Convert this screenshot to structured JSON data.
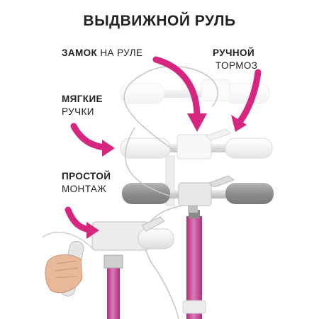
{
  "title": "ВЫДВИЖНОЙ РУЛЬ",
  "callouts": {
    "lock": {
      "bold": "ЗАМОК",
      "normal": "НА РУЛЕ"
    },
    "brake": {
      "bold": "РУЧНОЙ",
      "normal": "ТОРМОЗ"
    },
    "grips": {
      "bold": "МЯГКИЕ",
      "normal": "РУЧКИ"
    },
    "mount": {
      "bold": "ПРОСТОЙ",
      "normal": "МОНТАЖ"
    }
  },
  "colors": {
    "accent": "#d6267f",
    "stem_pink": "#c2569a",
    "grip_dark": "#9a9a9a",
    "grip_light": "#f2f2f2",
    "bar_grey": "#d5d5d5"
  },
  "icons": [
    "curved-arrow-icon",
    "hand-illustration",
    "handlebar-illustration"
  ]
}
